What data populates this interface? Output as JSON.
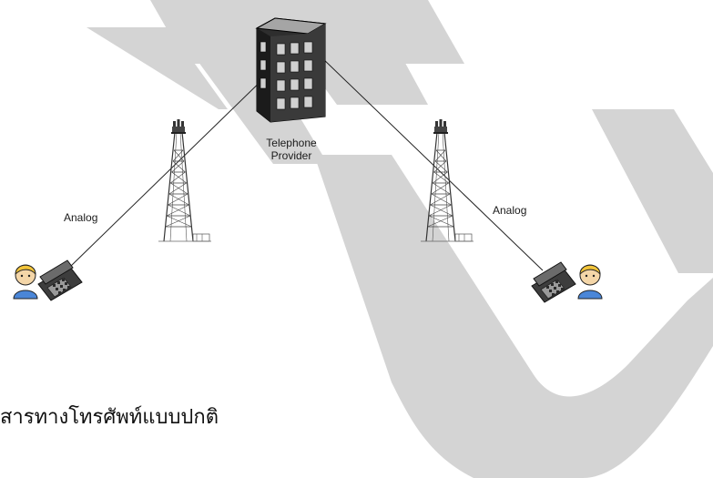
{
  "diagram": {
    "provider_label_line1": "Telephone",
    "provider_label_line2": "Provider",
    "left_link_label": "Analog",
    "right_link_label": "Analog",
    "caption": "สารทางโทรศัพท์แบบปกติ",
    "watermark_color": "#d4d4d4",
    "icons": [
      "building-icon",
      "radio-tower-icon",
      "telephone-icon",
      "user-icon"
    ]
  }
}
